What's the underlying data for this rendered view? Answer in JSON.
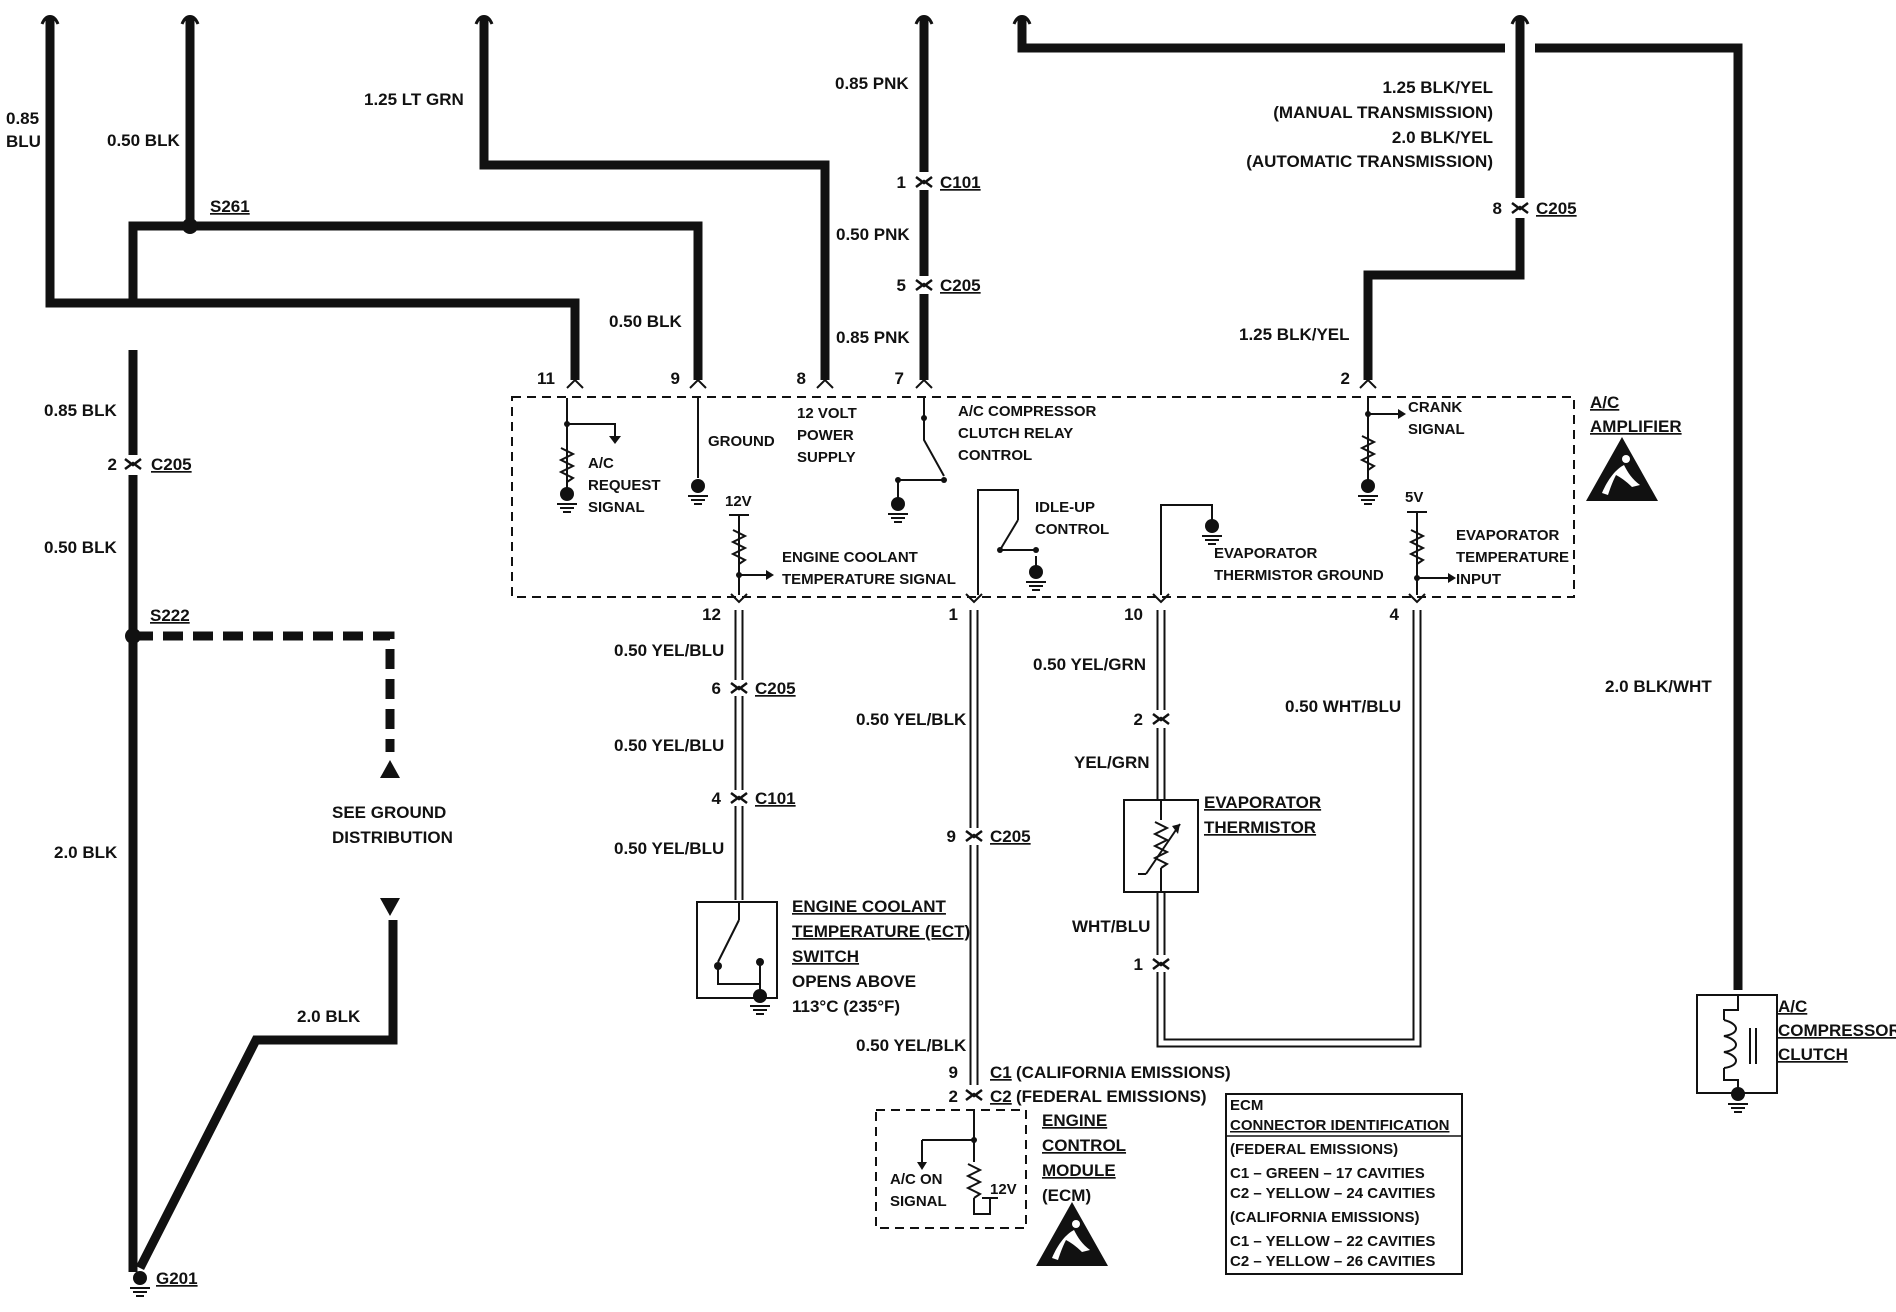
{
  "wires": {
    "w085blu": [
      "0.85",
      "BLU"
    ],
    "w050blk_top": "0.50 BLK",
    "w125ltgrn": "1.25 LT GRN",
    "w085pnk_top": "0.85 PNK",
    "w050pnk": "0.50 PNK",
    "w085pnk_low": "0.85 PNK",
    "w050blk_mid": "0.50 BLK",
    "blkyel_note": [
      "1.25 BLK/YEL",
      "(MANUAL TRANSMISSION)",
      "2.0 BLK/YEL",
      "(AUTOMATIC TRANSMISSION)"
    ],
    "w125blkyel": "1.25 BLK/YEL",
    "w085blk": "0.85 BLK",
    "w050blk_left": "0.50 BLK",
    "w20blk": "2.0 BLK",
    "w20blk_bottom": "2.0 BLK",
    "w20blkwht": "2.0 BLK/WHT",
    "yelblu_1": "0.50 YEL/BLU",
    "yelblu_2": "0.50 YEL/BLU",
    "yelblu_3": "0.50 YEL/BLU",
    "yelblk_1": "0.50 YEL/BLK",
    "yelblk_2": "0.50 YEL/BLK",
    "yelgrn_1": "0.50 YEL/GRN",
    "yelgrn_2": "YEL/GRN",
    "whtblu_1": "0.50 WHT/BLU",
    "whtblu_2": "WHT/BLU"
  },
  "splices": {
    "s261": "S261",
    "s222": "S222",
    "g201": "G201"
  },
  "connectors": {
    "c101_top": {
      "pin": "1",
      "name": "C101"
    },
    "c205_top": {
      "pin": "5",
      "name": "C205"
    },
    "c205_right": {
      "pin": "8",
      "name": "C205"
    },
    "c205_left": {
      "pin": "2",
      "name": "C205"
    },
    "c205_ect": {
      "pin": "6",
      "name": "C205"
    },
    "c101_ect": {
      "pin": "4",
      "name": "C101"
    },
    "c205_ecm": {
      "pin": "9",
      "name": "C205"
    },
    "thermistor_top_pin": "2",
    "thermistor_bottom_pin": "1",
    "ecm_c1": {
      "pin": "9",
      "name": "C1",
      "desc": "(CALIFORNIA EMISSIONS)"
    },
    "ecm_c2": {
      "pin": "2",
      "name": "C2",
      "desc": "(FEDERAL EMISSIONS)"
    }
  },
  "amplifier": {
    "name": [
      "A/C",
      "AMPLIFIER"
    ],
    "pins_top": [
      "11",
      "9",
      "8",
      "7",
      "2"
    ],
    "pins_bottom": [
      "12",
      "1",
      "10",
      "4"
    ],
    "ac_request": [
      "A/C",
      "REQUEST",
      "SIGNAL"
    ],
    "ground": "GROUND",
    "power": [
      "12 VOLT",
      "POWER",
      "SUPPLY"
    ],
    "relay": [
      "A/C COMPRESSOR",
      "CLUTCH RELAY",
      "CONTROL"
    ],
    "crank": [
      "CRANK",
      "SIGNAL"
    ],
    "v12": "12V",
    "v5": "5V",
    "ect_signal": [
      "ENGINE COOLANT",
      "TEMPERATURE SIGNAL"
    ],
    "idle_up": [
      "IDLE-UP",
      "CONTROL"
    ],
    "evap_ground": [
      "EVAPORATOR",
      "THERMISTOR GROUND"
    ],
    "evap_input": [
      "EVAPORATOR",
      "TEMPERATURE",
      "INPUT"
    ]
  },
  "components": {
    "see_ground": [
      "SEE GROUND",
      "DISTRIBUTION"
    ],
    "ect_switch": [
      "ENGINE COOLANT",
      "TEMPERATURE (ECT)",
      "SWITCH"
    ],
    "ect_opens": [
      "OPENS ABOVE",
      "113°C (235°F)"
    ],
    "evap_thermistor": [
      "EVAPORATOR",
      "THERMISTOR"
    ],
    "compressor_clutch": [
      "A/C",
      "COMPRESSOR",
      "CLUTCH"
    ],
    "ecm_name": [
      "ENGINE",
      "CONTROL",
      "MODULE",
      "(ECM)"
    ],
    "ecm_ac_on": [
      "A/C ON",
      "SIGNAL"
    ],
    "ecm_12v": "12V"
  },
  "ecm_table": {
    "title": [
      "ECM",
      "CONNECTOR IDENTIFICATION"
    ],
    "rows": [
      "(FEDERAL EMISSIONS)",
      "C1 – GREEN – 17 CAVITIES",
      "C2 – YELLOW – 24 CAVITIES",
      "(CALIFORNIA EMISSIONS)",
      "C1 – YELLOW – 22 CAVITIES",
      "C2 – YELLOW – 26 CAVITIES"
    ]
  }
}
